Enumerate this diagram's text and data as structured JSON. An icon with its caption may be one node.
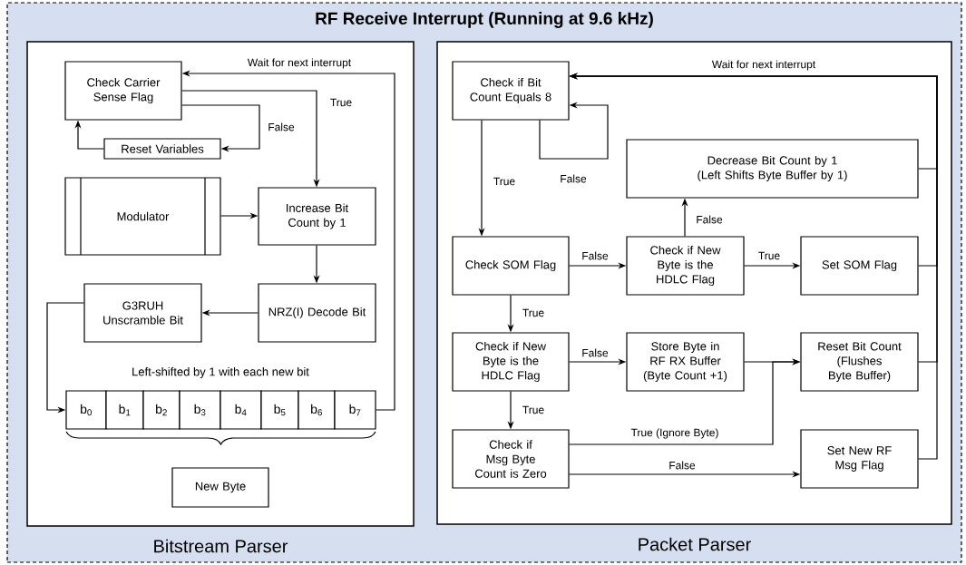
{
  "diagram": {
    "nodes": [
      {
        "text": [
          "RF Receive Interrupt (Running at 9.6 kHz)"
        ]
      },
      {
        "text": [
          "Bitstream Parser"
        ],
        "in": 0
      },
      {
        "text": [
          "Packet Parser"
        ],
        "in": 0
      },
      {
        "text": [
          "Check Carrier Sense Flag"
        ],
        "in": 1
      },
      {
        "text": [
          "Reset Variables"
        ],
        "in": 1
      },
      {
        "text": [
          "Modulator"
        ],
        "in": 1
      },
      {
        "text": [
          "Increase Bit Count by 1"
        ],
        "in": 1
      },
      {
        "text": [
          "G3RUH Unscramble Bit"
        ],
        "in": 1
      },
      {
        "text": [
          "NRZ(I) Decode Bit"
        ],
        "in": 1
      },
      {
        "text": [
          "b$_{0}$"
        ],
        "in": 1
      },
      {
        "text": [
          "b$_{1}$"
        ],
        "in": 1
      },
      {
        "text": [
          "b$_{2}$"
        ],
        "in": 1
      },
      {
        "text": [
          "b$_{3}$"
        ],
        "in": 1
      },
      {
        "text": [
          "b$_{4}$"
        ],
        "in": 1
      },
      {
        "text": [
          "b$_{5}$"
        ],
        "in": 1
      },
      {
        "text": [
          "b$_{6}$"
        ],
        "in": 1
      },
      {
        "text": [
          "b$_{7}$"
        ],
        "in": 1
      },
      {
        "text": [
          "New Byte"
        ],
        "in": 1
      },
      {
        "text": [
          "Check if Bit Count Equals 8"
        ],
        "in": 2
      },
      {
        "text": [
          "Decrease Bit Count by 1 (Left Shifts Byte Buffer by 1)"
        ],
        "in": 2
      },
      {
        "text": [
          "Check SOM Flag"
        ],
        "in": 2
      },
      {
        "text": [
          "Check if New Byte is the HDLC Flag"
        ],
        "in": 2
      },
      {
        "text": [
          "Set SOM Flag"
        ],
        "in": 2
      },
      {
        "text": [
          "Check if New Byte is the HDLC Flag"
        ],
        "in": 2
      },
      {
        "text": [
          "Store Byte in RF RX Buffer (Byte Count +1)"
        ],
        "in": 2
      },
      {
        "text": [
          "Reset Bit Count (Flushes Byte Buffer)"
        ],
        "in": 2
      },
      {
        "text": [
          "Check if Msg Byte Count is Zero"
        ],
        "in": 2
      },
      {
        "text": [
          "Set New RF Msg Flag"
        ],
        "in": 2
      }
    ],
    "edges": [
      {
        "from": 3,
        "to": 6,
        "arrow": "to",
        "label": "True"
      },
      {
        "from": 3,
        "to": 4,
        "arrow": "to",
        "label": "False"
      },
      {
        "from": 4,
        "to": 3,
        "arrow": "to"
      },
      {
        "from": 5,
        "to": 6,
        "arrow": "to"
      },
      {
        "from": 6,
        "to": 8,
        "arrow": "to"
      },
      {
        "from": 8,
        "to": 7,
        "arrow": "to"
      },
      {
        "from": 7,
        "to": 9,
        "arrow": "to"
      },
      {
        "from": 16,
        "to": 3,
        "arrow": "to",
        "label": "Wait for next interrupt"
      },
      {
        "from": 18,
        "to": 18,
        "arrow": "to",
        "label": "False"
      },
      {
        "from": 18,
        "to": 20,
        "arrow": "to",
        "label": "True"
      },
      {
        "from": 20,
        "to": 21,
        "arrow": "to",
        "label": "False"
      },
      {
        "from": 21,
        "to": 22,
        "arrow": "to",
        "label": "True"
      },
      {
        "from": 21,
        "to": 19,
        "arrow": "to",
        "label": "False"
      },
      {
        "from": 20,
        "to": 23,
        "arrow": "to",
        "label": "True"
      },
      {
        "from": 23,
        "to": 24,
        "arrow": "to",
        "label": "False"
      },
      {
        "from": 23,
        "to": 26,
        "arrow": "to",
        "label": "True"
      },
      {
        "from": 24,
        "to": 25,
        "arrow": "to"
      },
      {
        "from": 26,
        "to": 25,
        "arrow": "to",
        "label": "True (Ignore Byte)"
      },
      {
        "from": 26,
        "to": 27,
        "arrow": "to",
        "label": "False"
      },
      {
        "from": 19,
        "to": 18,
        "arrow": "to",
        "label": "Wait for next interrupt"
      },
      {
        "from": 22,
        "to": 18,
        "arrow": "to"
      },
      {
        "from": 25,
        "to": 18,
        "arrow": "to"
      },
      {
        "from": 27,
        "to": 18,
        "arrow": "to"
      }
    ],
    "labels": [
      "Left-shifted by 1 with each new bit"
    ]
  }
}
